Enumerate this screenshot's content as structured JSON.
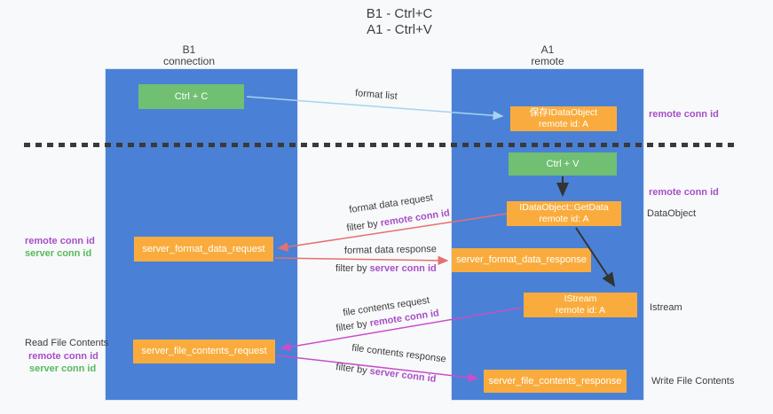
{
  "title": {
    "line1": "B1 - Ctrl+C",
    "line2": "A1 - Ctrl+V"
  },
  "lanes": {
    "left": {
      "name": "B1",
      "role": "connection"
    },
    "right": {
      "name": "A1",
      "role": "remote"
    }
  },
  "nodes": {
    "ctrl_c": {
      "label": "Ctrl + C"
    },
    "keep_idataobject": {
      "line1": "保存IDataObject",
      "line2": "remote id: A"
    },
    "ctrl_v": {
      "label": "Ctrl + V"
    },
    "getdata": {
      "line1": "IDataObject::GetData",
      "line2": "remote id: A"
    },
    "server_format_data_request": {
      "label": "server_format_data_request"
    },
    "server_format_data_response": {
      "label": "server_format_data_response"
    },
    "istream": {
      "line1": "IStream",
      "line2": "remote id: A"
    },
    "server_file_contents_request": {
      "label": "server_file_contents_request"
    },
    "server_file_contents_response": {
      "label": "server_file_contents_response"
    }
  },
  "annotations": {
    "remote_conn_id": "remote conn id",
    "server_conn_id": "server conn id",
    "dataobject": "DataObject",
    "istream": "Istream",
    "read_file_contents": "Read File Contents",
    "write_file_contents": "Write File Contents"
  },
  "arrows": {
    "format_list": {
      "label": "format list"
    },
    "format_data_request": {
      "label": "format data request",
      "filter_prefix": "filter by",
      "filter_key": "remote conn id"
    },
    "format_data_response": {
      "label": "format data response",
      "filter_prefix": "filter by",
      "filter_key": "server conn id"
    },
    "file_contents_request": {
      "label": "file contents request",
      "filter_prefix": "filter by",
      "filter_key": "remote conn id"
    },
    "file_contents_response": {
      "label": "file contents response",
      "filter_prefix": "filter by",
      "filter_key": "server conn id"
    }
  },
  "colors": {
    "lane_blue": "#4a81d6",
    "node_green": "#71bf72",
    "node_orange": "#f9ac3d",
    "arrow_light_blue": "#a6d3f0",
    "arrow_red": "#e5706f",
    "arrow_magenta": "#c94ecb",
    "arrow_black": "#333333",
    "text_purple": "#a74fc6",
    "text_green": "#58b85c"
  }
}
